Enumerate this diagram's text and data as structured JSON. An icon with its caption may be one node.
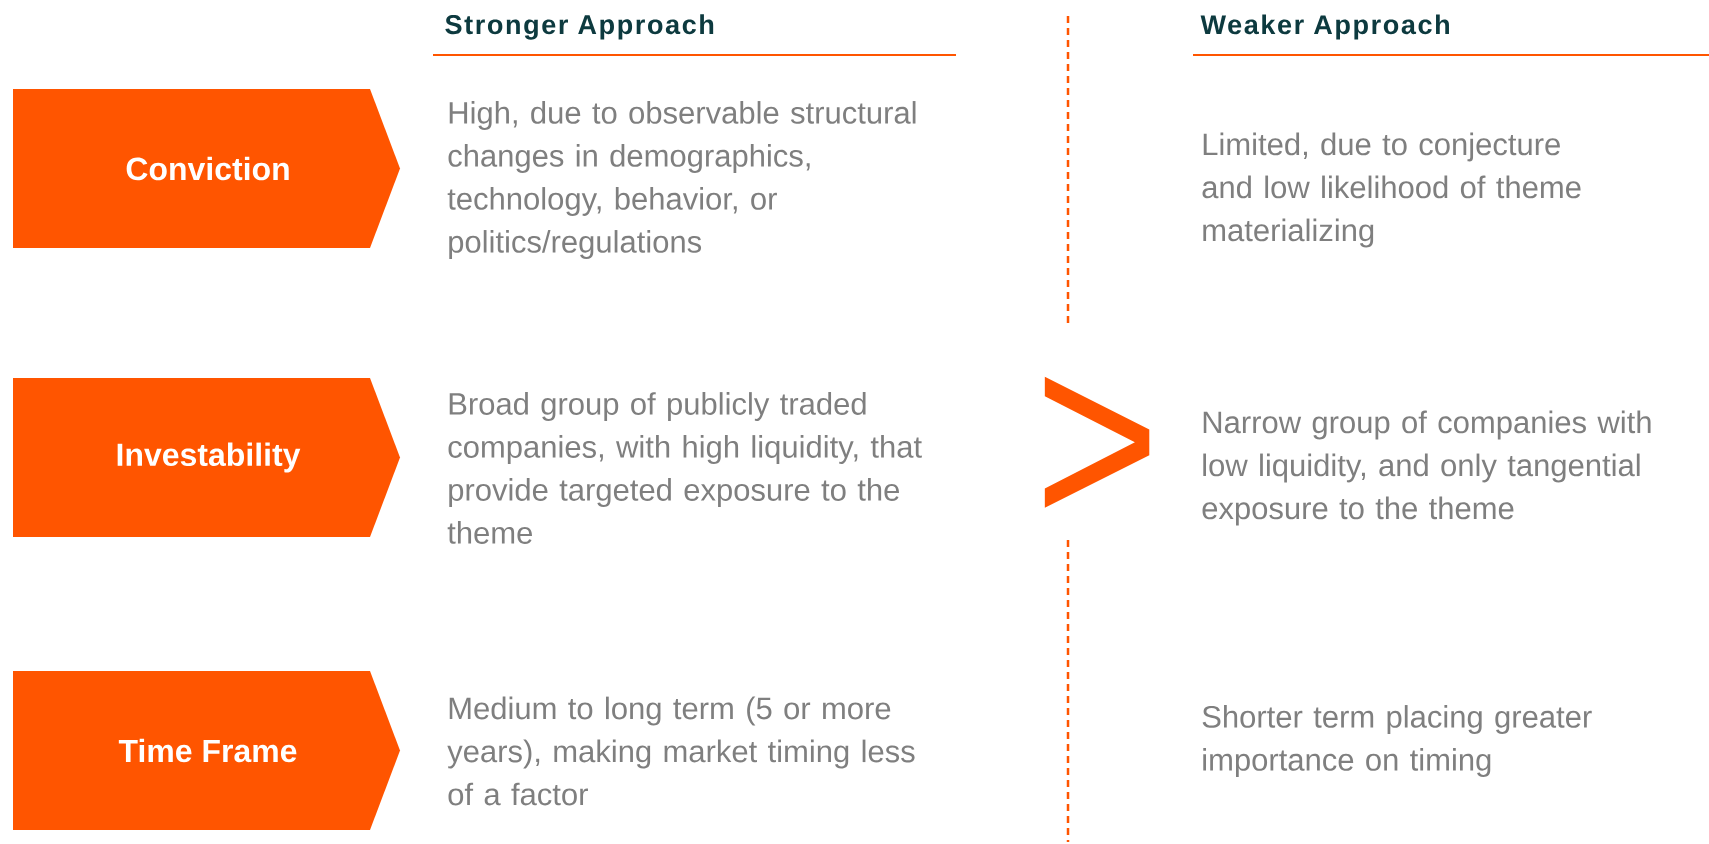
{
  "diagram": {
    "nodes": [
      {
        "text": [
          "Conviction"
        ]
      },
      {
        "text": [
          "Investability"
        ]
      },
      {
        "text": [
          "Time Frame"
        ]
      }
    ],
    "labels": [
      "Stronger Approach",
      "Weaker Approach",
      "High, due to observable structural changes in demographics, technology, behavior, or politics/regulations",
      "Limited, due to conjecture and low likelihood of theme materializing",
      "Broad group of publicly traded companies, with high liquidity, that provide targeted exposure to the theme",
      ">",
      "Narrow group of companies with low liquidity, and only tangential exposure to the theme",
      "Medium to long term (5 or more years), making market timing less of a factor",
      "Shorter term placing greater importance on timing"
    ]
  }
}
